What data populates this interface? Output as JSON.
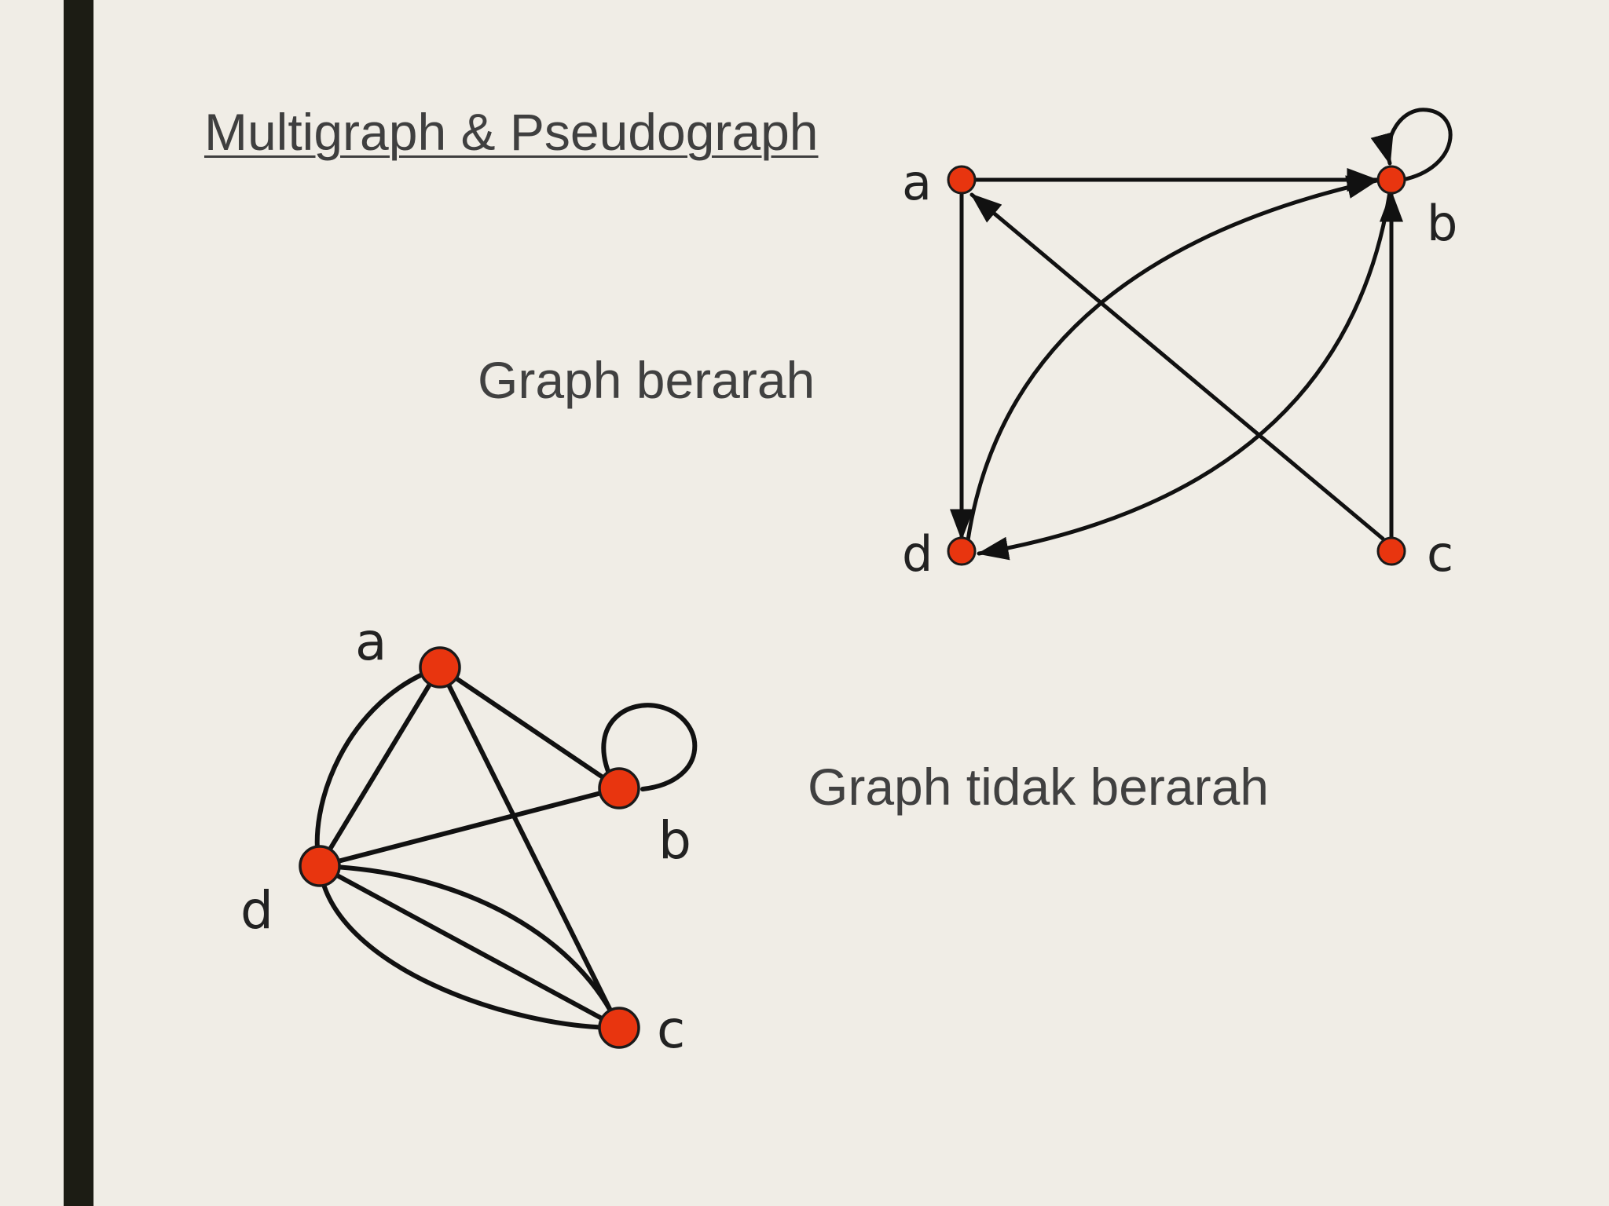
{
  "slide": {
    "title": "Multigraph & Pseudograph",
    "directed_caption": "Graph berarah",
    "undirected_caption": "Graph tidak berarah"
  },
  "directed_graph": {
    "vertices": [
      "a",
      "b",
      "c",
      "d"
    ],
    "edges": [
      {
        "from": "a",
        "to": "b"
      },
      {
        "from": "a",
        "to": "d"
      },
      {
        "from": "c",
        "to": "a"
      },
      {
        "from": "c",
        "to": "b"
      },
      {
        "from": "d",
        "to": "b"
      },
      {
        "from": "b",
        "to": "d"
      },
      {
        "from": "b",
        "to": "b"
      }
    ]
  },
  "undirected_graph": {
    "vertices": [
      "a",
      "b",
      "c",
      "d"
    ],
    "edges": [
      {
        "between": [
          "a",
          "d"
        ]
      },
      {
        "between": [
          "a",
          "d"
        ]
      },
      {
        "between": [
          "a",
          "b"
        ]
      },
      {
        "between": [
          "a",
          "c"
        ]
      },
      {
        "between": [
          "d",
          "b"
        ]
      },
      {
        "between": [
          "d",
          "c"
        ]
      },
      {
        "between": [
          "d",
          "c"
        ]
      },
      {
        "between": [
          "d",
          "c"
        ]
      },
      {
        "between": [
          "b",
          "b"
        ]
      }
    ]
  },
  "colors": {
    "background": "#f0ede6",
    "left_bar": "#1c1c14",
    "vertex_fill": "#e8350f",
    "edge": "#111111",
    "text": "#404040"
  }
}
